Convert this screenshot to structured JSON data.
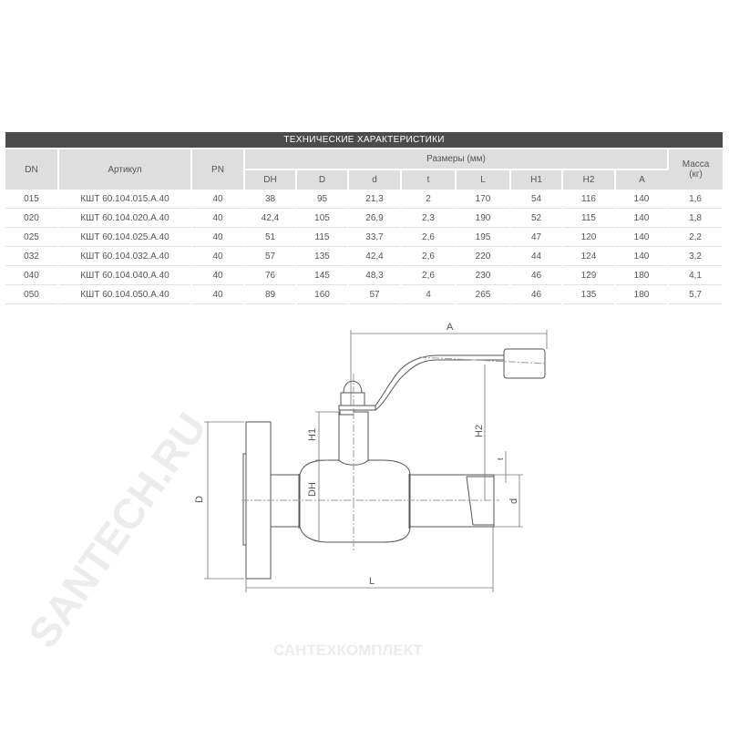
{
  "table": {
    "title": "ТЕХНИЧЕСКИЕ ХАРАКТЕРИСТИКИ",
    "headers": {
      "dn": "DN",
      "article": "Артикул",
      "pn": "PN",
      "dimensions": "Размеры (мм)",
      "mass_line1": "Масса",
      "mass_line2": "(кг)",
      "sub": [
        "DH",
        "D",
        "d",
        "t",
        "L",
        "H1",
        "H2",
        "A"
      ]
    },
    "rows": [
      [
        "015",
        "КШТ 60.104.015.А.40",
        "40",
        "38",
        "95",
        "21,3",
        "2",
        "170",
        "54",
        "116",
        "140",
        "1,6"
      ],
      [
        "020",
        "КШТ 60.104.020.А.40",
        "40",
        "42,4",
        "105",
        "26,9",
        "2,3",
        "190",
        "52",
        "115",
        "140",
        "1,8"
      ],
      [
        "025",
        "КШТ 60.104.025.А.40",
        "40",
        "51",
        "115",
        "33,7",
        "2,6",
        "195",
        "47",
        "120",
        "140",
        "2,2"
      ],
      [
        "032",
        "КШТ 60.104.032.А.40",
        "40",
        "57",
        "135",
        "42,4",
        "2,6",
        "220",
        "44",
        "124",
        "140",
        "3,2"
      ],
      [
        "040",
        "КШТ 60.104.040.А.40",
        "40",
        "76",
        "145",
        "48,3",
        "2,6",
        "230",
        "46",
        "129",
        "180",
        "4,1"
      ],
      [
        "050",
        "КШТ 60.104.050.А.40",
        "40",
        "89",
        "160",
        "57",
        "4",
        "265",
        "46",
        "135",
        "180",
        "5,7"
      ]
    ]
  },
  "drawing": {
    "labels": {
      "A": "A",
      "H1": "H1",
      "H2": "H2",
      "DH": "DH",
      "D": "D",
      "d": "d",
      "t": "t",
      "L": "L"
    }
  },
  "watermarks": {
    "diagonal": "SANTECH.RU",
    "bottom": "САНТЕХКОМПЛЕКТ"
  }
}
